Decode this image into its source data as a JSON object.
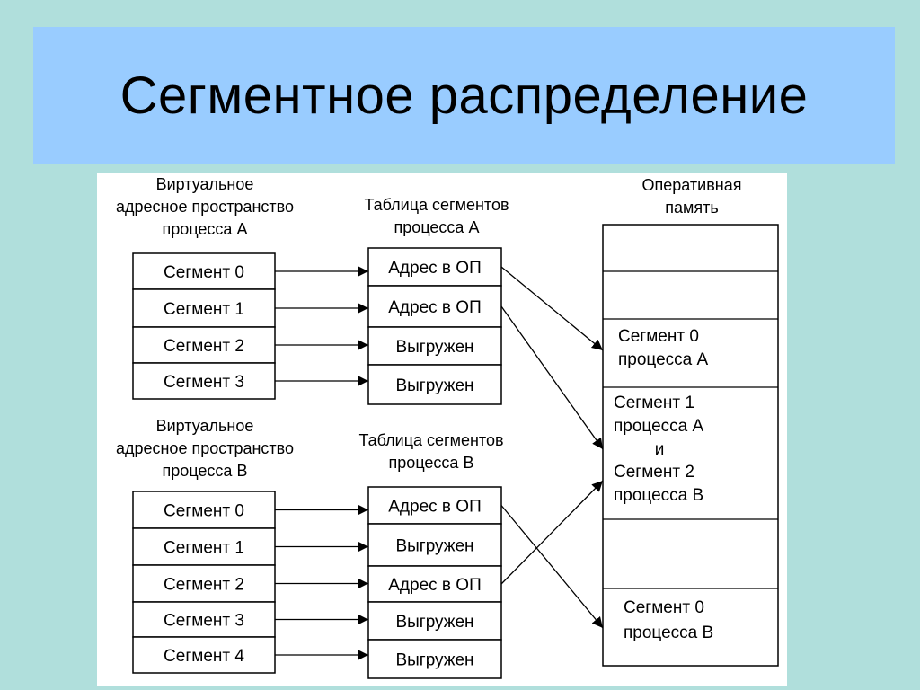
{
  "slide": {
    "title": "Сегментное распределение"
  },
  "process_a": {
    "va_label": [
      "Виртуальное",
      "адресное пространство",
      "процесса А"
    ],
    "segments": [
      "Сегмент 0",
      "Сегмент 1",
      "Сегмент 2",
      "Сегмент 3"
    ],
    "table_label": [
      "Таблица сегментов",
      "процесса А"
    ],
    "table_entries": [
      "Адрес в ОП",
      "Адрес в ОП",
      "Выгружен",
      "Выгружен"
    ]
  },
  "process_b": {
    "va_label": [
      "Виртуальное",
      "адресное пространство",
      "процесса В"
    ],
    "segments": [
      "Сегмент 0",
      "Сегмент 1",
      "Сегмент 2",
      "Сегмент 3",
      "Сегмент 4"
    ],
    "table_label": [
      "Таблица сегментов",
      "процесса В"
    ],
    "table_entries": [
      "Адрес в ОП",
      "Выгружен",
      "Адрес в ОП",
      "Выгружен",
      "Выгружен"
    ]
  },
  "memory": {
    "label": [
      "Оперативная",
      "память"
    ],
    "blocks": [
      [],
      [],
      [
        "Сегмент 0",
        "процесса А"
      ],
      [
        "Сегмент 1",
        "процесса А",
        "и",
        "Сегмент 2",
        "процесса В"
      ],
      [],
      [
        "Сегмент 0",
        "процесса В"
      ]
    ]
  }
}
